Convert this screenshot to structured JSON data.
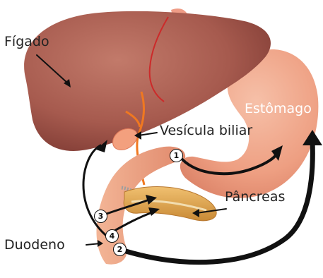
{
  "labels": {
    "liver": "Fígado",
    "gallbladder": "Vesícula biliar",
    "stomach": "Estômago",
    "pancreas": "Pâncreas",
    "duodenum": "Duodeno"
  },
  "markers": [
    "1",
    "2",
    "3",
    "4"
  ],
  "colors": {
    "liver": "#a65a4e",
    "liver_dark": "#7e3a33",
    "stomach": "#ee9f82",
    "stomach_dark": "#d87d62",
    "pancreas": "#e0a048",
    "bile_duct": "#f07820",
    "vessel": "#cc2a2a",
    "arrow": "#111111"
  }
}
